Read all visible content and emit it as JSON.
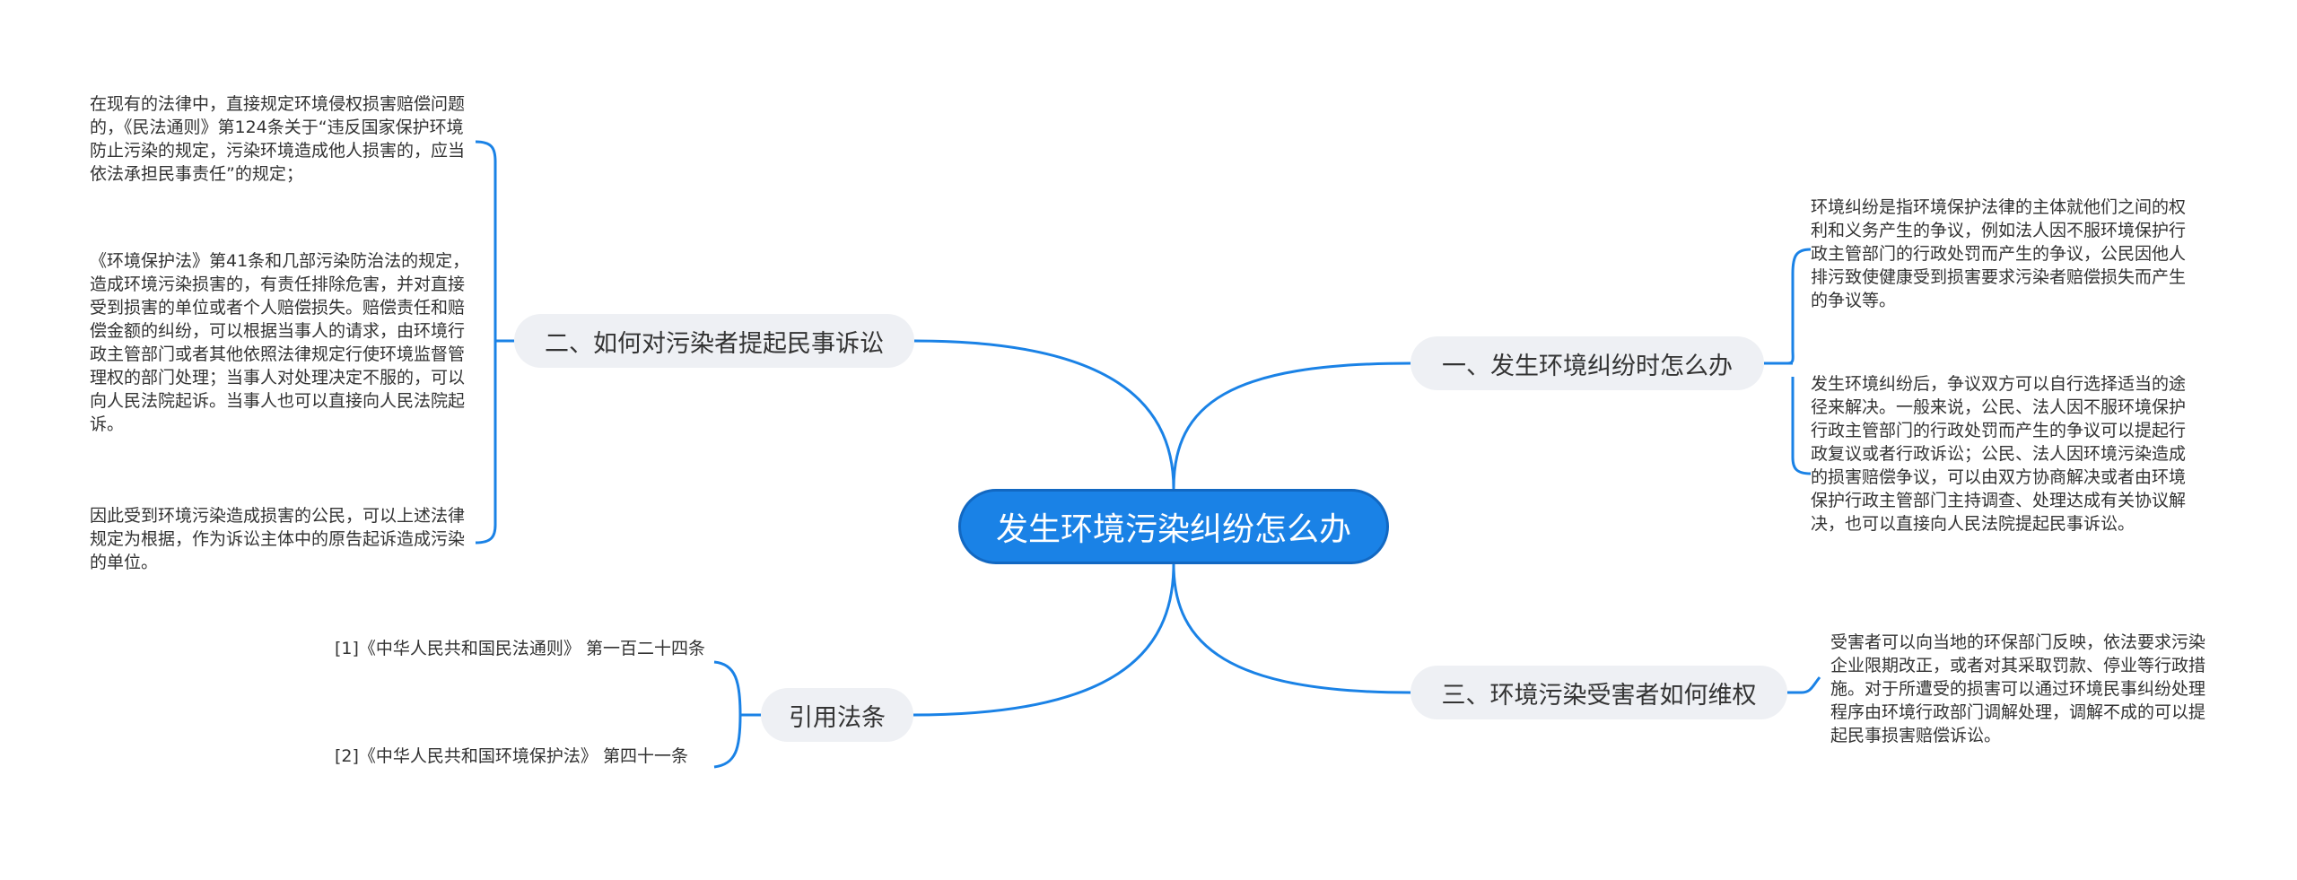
{
  "colors": {
    "link": "#1a82e6",
    "root_bg": "#1a82e6",
    "branch_bg": "#eef0f4"
  },
  "root": {
    "label": "发生环境污染纠纷怎么办"
  },
  "branches": [
    {
      "label": "一、发生环境纠纷时怎么办",
      "leaves": [
        "环境纠纷是指环境保护法律的主体就他们之间的权利和义务产生的争议，例如法人因不服环境保护行政主管部门的行政处罚而产生的争议，公民因他人排污致使健康受到损害要求污染者赔偿损失而产生的争议等。",
        "发生环境纠纷后，争议双方可以自行选择适当的途径来解决。一般来说，公民、法人因不服环境保护行政主管部门的行政处罚而产生的争议可以提起行政复议或者行政诉讼；公民、法人因环境污染造成的损害赔偿争议，可以由双方协商解决或者由环境保护行政主管部门主持调查、处理达成有关协议解决，也可以直接向人民法院提起民事诉讼。"
      ]
    },
    {
      "label": "三、环境污染受害者如何维权",
      "leaves": [
        "受害者可以向当地的环保部门反映，依法要求污染企业限期改正，或者对其采取罚款、停业等行政措施。对于所遭受的损害可以通过环境民事纠纷处理程序由环境行政部门调解处理，调解不成的可以提起民事损害赔偿诉讼。"
      ]
    },
    {
      "label": "二、如何对污染者提起民事诉讼",
      "leaves": [
        "在现有的法律中，直接规定环境侵权损害赔偿问题的，《民法通则》第124条关于“违反国家保护环境防止污染的规定，污染环境造成他人损害的，应当依法承担民事责任”的规定；",
        "《环境保护法》第41条和几部污染防治法的规定，造成环境污染损害的，有责任排除危害，并对直接受到损害的单位或者个人赔偿损失。赔偿责任和赔偿金额的纠纷，可以根据当事人的请求，由环境行政主管部门或者其他依照法律规定行使环境监督管理权的部门处理；当事人对处理决定不服的，可以向人民法院起诉。当事人也可以直接向人民法院起诉。",
        "因此受到环境污染造成损害的公民，可以上述法律规定为根据，作为诉讼主体中的原告起诉造成污染的单位。"
      ]
    },
    {
      "label": "引用法条",
      "leaves": [
        "[1]《中华人民共和国民法通则》 第一百二十四条",
        "[2]《中华人民共和国环境保护法》 第四十一条"
      ]
    }
  ]
}
